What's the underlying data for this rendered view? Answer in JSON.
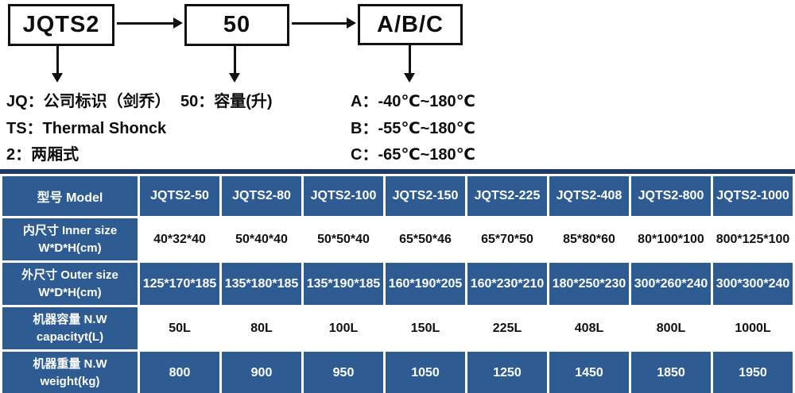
{
  "diagram": {
    "boxes": [
      "JQTS2",
      "50",
      "A/B/C"
    ],
    "notes_left": [
      "JQ：公司标识（剑乔）",
      "TS：Thermal Shonck",
      "2：两厢式"
    ],
    "note_middle": "50：容量(升)",
    "notes_right": [
      "A：-40℃~180℃",
      "B：-55℃~180℃",
      "C：-65℃~180℃"
    ]
  },
  "table": {
    "header_label": "型号 Model",
    "models": [
      "JQTS2-50",
      "JQTS2-80",
      "JQTS2-100",
      "JQTS2-150",
      "JQTS2-225",
      "JQTS2-408",
      "JQTS2-800",
      "JQTS2-1000"
    ],
    "rows": [
      {
        "label_line1": "内尺寸 Inner size",
        "label_line2": "W*D*H(cm)",
        "values": [
          "40*32*40",
          "50*40*40",
          "50*50*40",
          "65*50*46",
          "65*70*50",
          "85*80*60",
          "80*100*100",
          "800*125*100"
        ]
      },
      {
        "label_line1": "外尺寸 Outer size",
        "label_line2": "W*D*H(cm)",
        "values": [
          "125*170*185",
          "135*180*185",
          "135*190*185",
          "160*190*205",
          "160*230*210",
          "180*250*230",
          "300*260*240",
          "300*300*240"
        ]
      },
      {
        "label_line1": "机器容量 N.W",
        "label_line2": "capacityt(L)",
        "values": [
          "50L",
          "80L",
          "100L",
          "150L",
          "225L",
          "408L",
          "800L",
          "1000L"
        ]
      },
      {
        "label_line1": "机器重量 N.W",
        "label_line2": "weight(kg)",
        "values": [
          "800",
          "900",
          "950",
          "1050",
          "1250",
          "1450",
          "1850",
          "1950"
        ]
      }
    ]
  },
  "colors": {
    "table_blue": "#2E5C92",
    "top_bar_navy": "#1E3B66",
    "diagram_ink": "#111111"
  }
}
